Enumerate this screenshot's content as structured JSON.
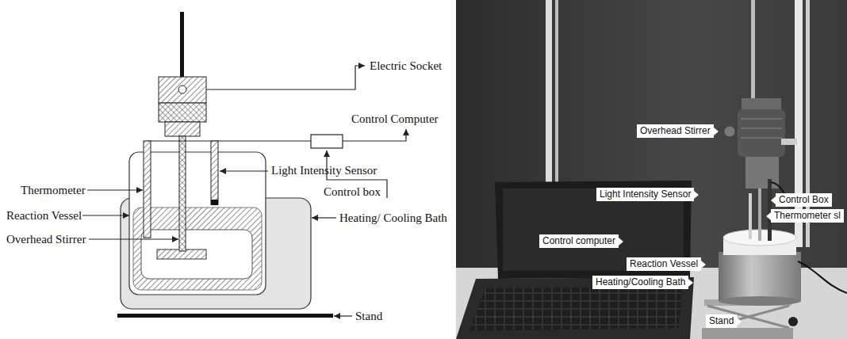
{
  "diagram": {
    "nodes": [
      {
        "text": [
          "Overhead Stirrer"
        ]
      },
      {
        "text": [
          "Light Intensity Sensor"
        ]
      },
      {
        "text": [
          "Control Box"
        ]
      },
      {
        "text": [
          "Thermometer sl"
        ]
      },
      {
        "text": [
          "Control computer"
        ]
      },
      {
        "text": [
          "Reaction Vessel"
        ]
      },
      {
        "text": [
          "Heating/Cooling Bath"
        ]
      },
      {
        "text": [
          "Stand"
        ]
      }
    ],
    "labels": [
      "Electric Socket",
      "Control Computer",
      "Control box",
      "Thermometer",
      "Light Intensity Sensor",
      "Reaction Vessel",
      "Overhead Stirrer",
      "Heating/ Cooling Bath",
      "Stand"
    ]
  }
}
